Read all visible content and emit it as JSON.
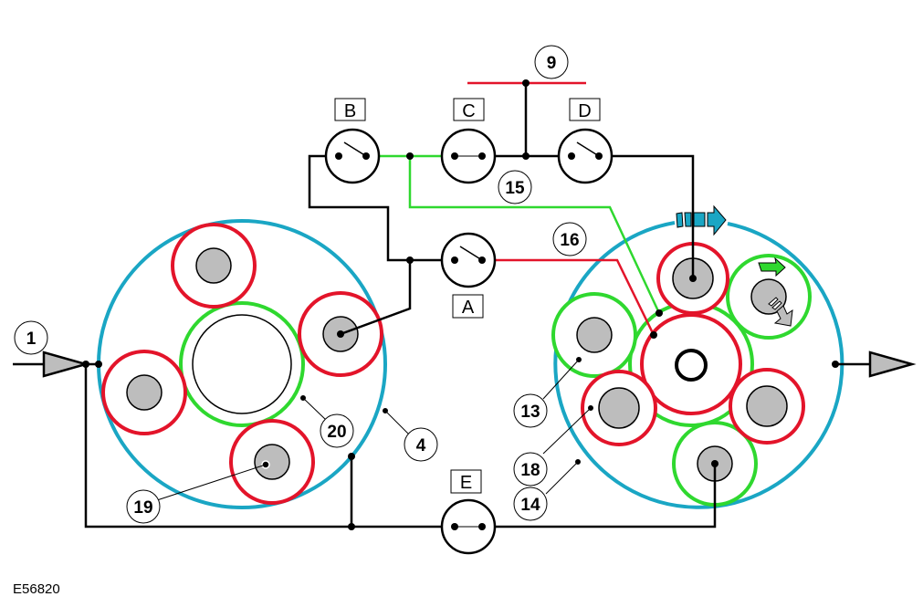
{
  "figure_id": "E56820",
  "colors": {
    "ring": "#1aa6c4",
    "red": "#e3142a",
    "green": "#2fd82f",
    "gray": "#bdbdbd",
    "line": "#000000"
  },
  "switches": {
    "A": {
      "label": "A",
      "state": "open"
    },
    "B": {
      "label": "B",
      "state": "open"
    },
    "C": {
      "label": "C",
      "state": "closed"
    },
    "D": {
      "label": "D",
      "state": "open"
    },
    "E": {
      "label": "E",
      "state": "closed"
    }
  },
  "callouts": {
    "c1": "1",
    "c4": "4",
    "c9": "9",
    "c13": "13",
    "c14": "14",
    "c15": "15",
    "c16": "16",
    "c18": "18",
    "c19": "19",
    "c20": "20"
  },
  "icons": {
    "input_arrow": "triangle-right-icon",
    "output_arrow": "triangle-right-icon",
    "rotation_arrow": "blue-arrow-icon",
    "planet_rotation": "green-arrow-icon",
    "planet_motion": "gray-down-arrow-icon"
  }
}
